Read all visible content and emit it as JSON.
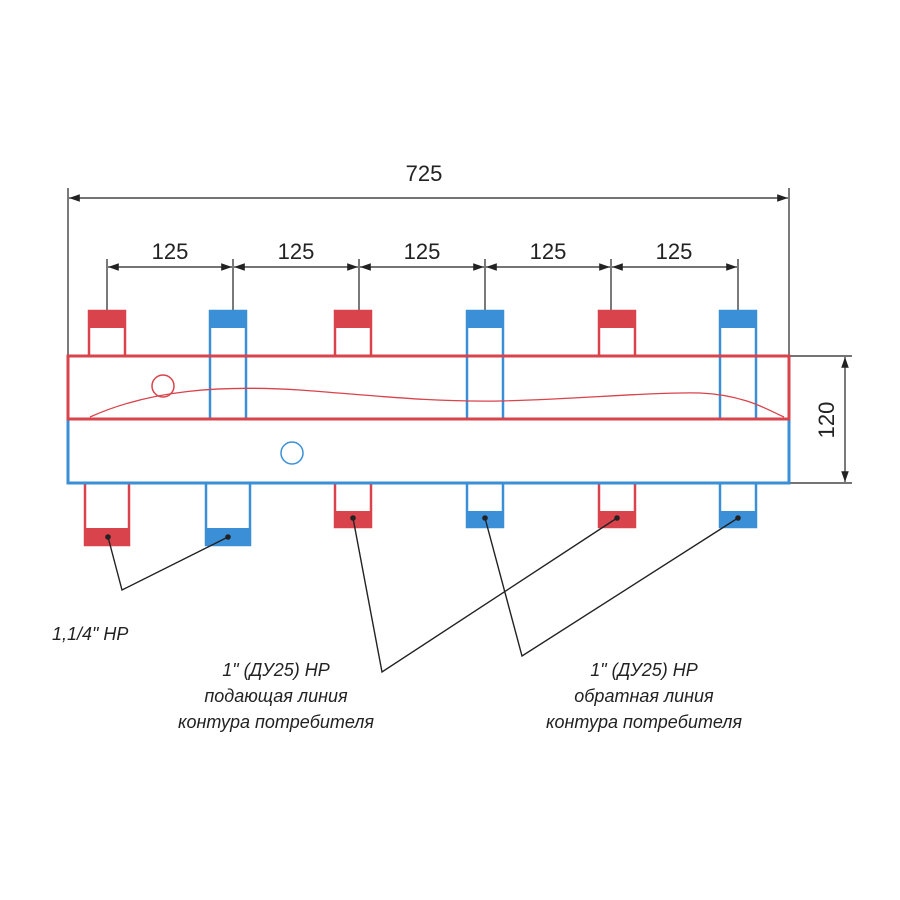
{
  "dimensions": {
    "overall_length": "725",
    "spacing_1": "125",
    "spacing_2": "125",
    "spacing_3": "125",
    "spacing_4": "125",
    "spacing_5": "125",
    "height": "120"
  },
  "labels": {
    "main_ports": "1,1/4\" НР",
    "supply": {
      "line1": "1\" (ДУ25) НР",
      "line2": "подающая линия",
      "line3": "контура потребителя"
    },
    "return": {
      "line1": "1\" (ДУ25) НР",
      "line2": "обратная линия",
      "line3": "контура потребителя"
    }
  },
  "colors": {
    "supply": "#d9434b",
    "return": "#3b8fd6",
    "line": "#222222"
  }
}
